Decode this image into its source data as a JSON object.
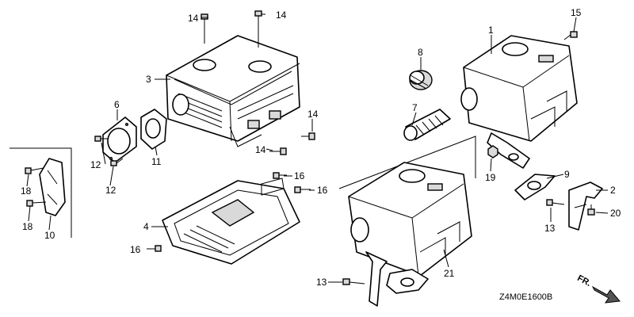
{
  "diagram_code": "Z4M0E1600B",
  "fr_label": "FR.",
  "callouts": {
    "c1": "1",
    "c2": "2",
    "c3": "3",
    "c4": "4",
    "c6": "6",
    "c7": "7",
    "c8": "8",
    "c9": "9",
    "c10": "10",
    "c11": "11",
    "c12a": "12",
    "c12b": "12",
    "c13a": "13",
    "c13b": "13",
    "c14a": "14",
    "c14b": "14",
    "c14c": "14",
    "c14d": "14",
    "c15": "15",
    "c16a": "16",
    "c16b": "16",
    "c16c": "16",
    "c18a": "18",
    "c18b": "18",
    "c19": "19",
    "c20": "20",
    "c21": "21"
  }
}
